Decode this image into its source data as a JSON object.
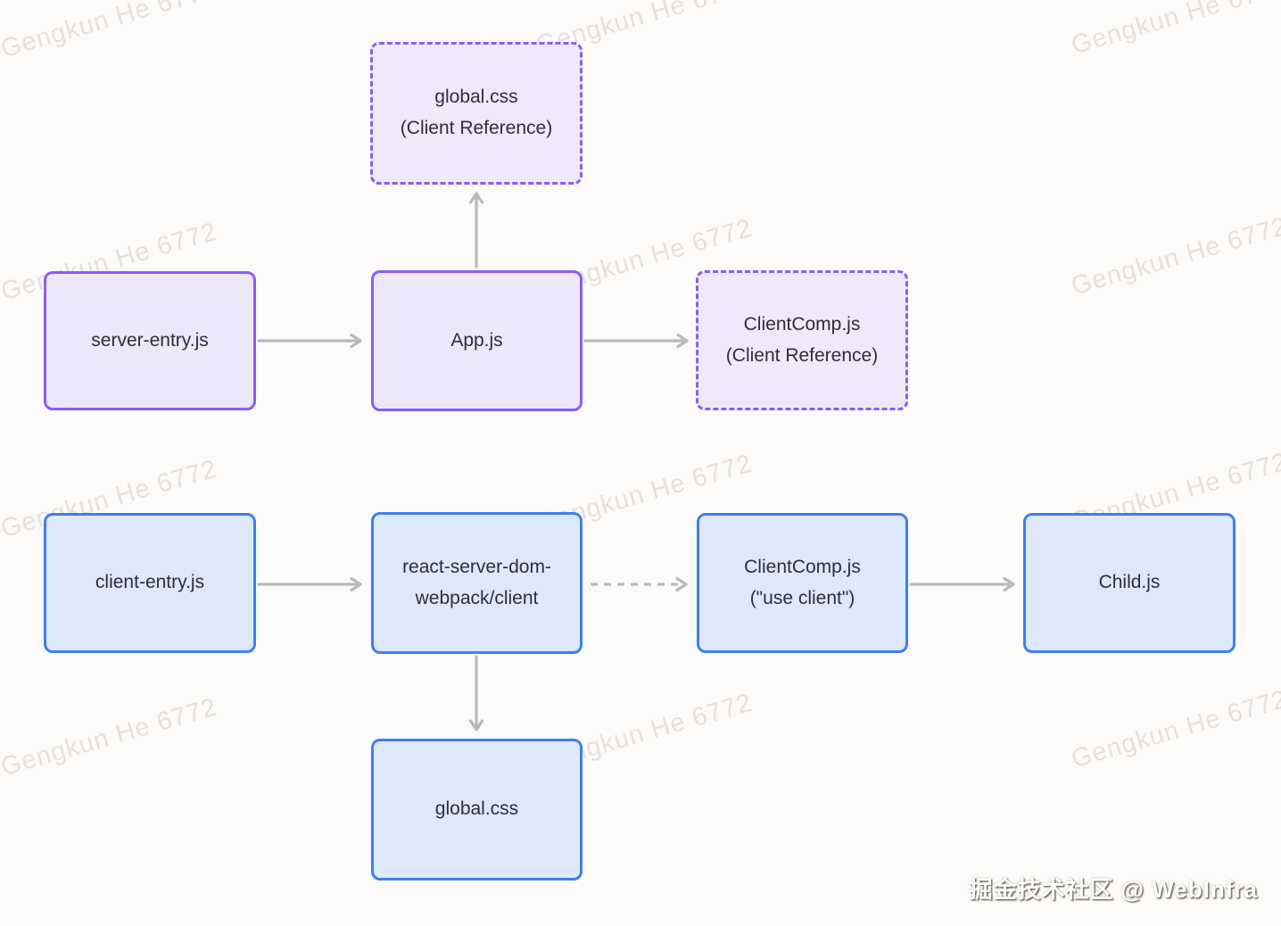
{
  "diagram": {
    "background": "#FCFBF9",
    "colors": {
      "server_border": "#8B5CF6",
      "server_fill": "#EDE7FA",
      "client_reference_border": "#8B5CF6",
      "client_reference_fill": "#EFE9FB",
      "client_border": "#3D7FF0",
      "client_fill": "#DEE8FB",
      "arrow": "#B9B9B9",
      "node_text": "#2E2E38"
    },
    "nodes": [
      {
        "id": "global-css-client-reference",
        "line1": "global.css",
        "line2": "(Client Reference)",
        "style": "client-reference"
      },
      {
        "id": "server-entry-js",
        "line1": "server-entry.js",
        "line2": "",
        "style": "server"
      },
      {
        "id": "app-js",
        "line1": "App.js",
        "line2": "",
        "style": "server"
      },
      {
        "id": "clientcomp-js-client-reference",
        "line1": "ClientComp.js",
        "line2": "(Client Reference)",
        "style": "client-reference"
      },
      {
        "id": "client-entry-js",
        "line1": "client-entry.js",
        "line2": "",
        "style": "client"
      },
      {
        "id": "react-server-dom-webpack-client",
        "line1": "react-server-dom-",
        "line2": "webpack/client",
        "style": "client"
      },
      {
        "id": "clientcomp-js-use-client",
        "line1": "ClientComp.js",
        "line2": "(\"use client\")",
        "style": "client"
      },
      {
        "id": "child-js",
        "line1": "Child.js",
        "line2": "",
        "style": "client"
      },
      {
        "id": "global-css",
        "line1": "global.css",
        "line2": "",
        "style": "client"
      }
    ],
    "edges": [
      {
        "from": "server-entry-js",
        "to": "app-js",
        "style": "solid"
      },
      {
        "from": "app-js",
        "to": "global-css-client-reference",
        "style": "solid"
      },
      {
        "from": "app-js",
        "to": "clientcomp-js-client-reference",
        "style": "solid"
      },
      {
        "from": "client-entry-js",
        "to": "react-server-dom-webpack-client",
        "style": "solid"
      },
      {
        "from": "react-server-dom-webpack-client",
        "to": "clientcomp-js-use-client",
        "style": "dashed"
      },
      {
        "from": "clientcomp-js-use-client",
        "to": "child-js",
        "style": "solid"
      },
      {
        "from": "react-server-dom-webpack-client",
        "to": "global-css",
        "style": "solid"
      }
    ]
  },
  "watermark": {
    "text": "Gengkun He 6772"
  },
  "branding": {
    "text": "掘金技术社区 @ WebInfra"
  }
}
